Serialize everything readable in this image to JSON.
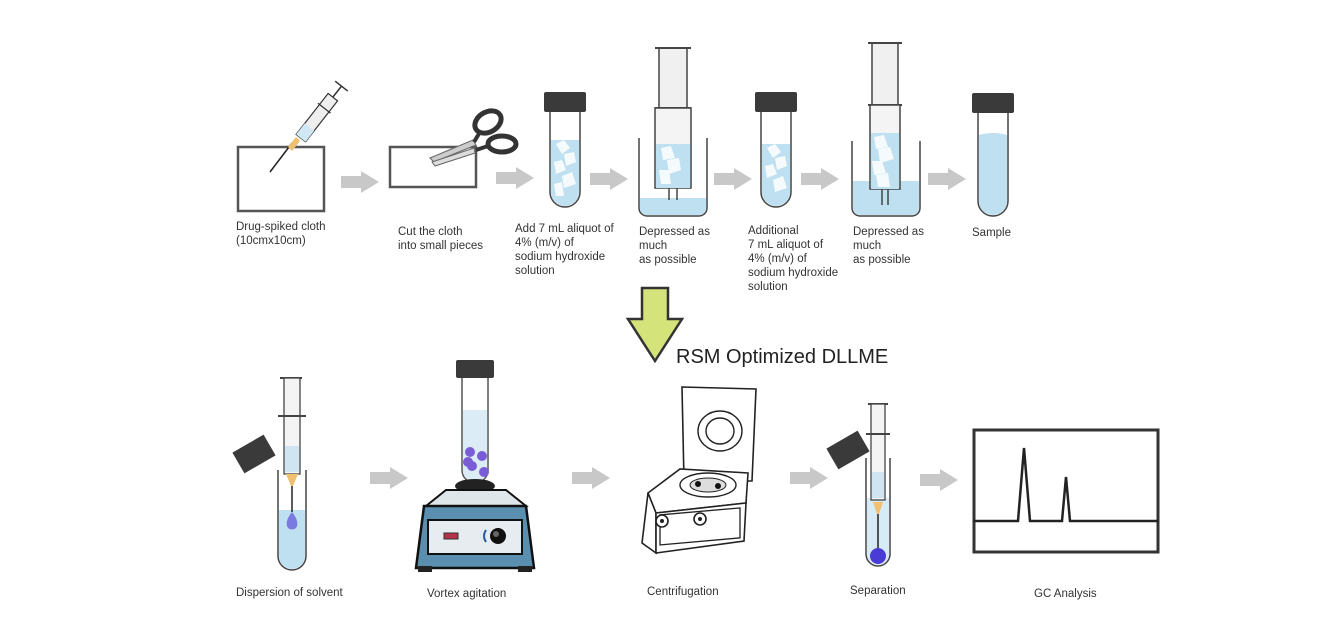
{
  "diagram": {
    "title": "RSM Optimized DLLME",
    "top_row": [
      {
        "icon": "syringe-on-cloth",
        "label": "Drug-spiked cloth\n (10cmx10cm)"
      },
      {
        "icon": "scissors-on-cloth",
        "label": "Cut the cloth\ninto small pieces"
      },
      {
        "icon": "test-tube-with-cloth",
        "label": "Add 7 mL aliquot of\n4% (m/v) of\nsodium hydroxide\nsolution"
      },
      {
        "icon": "syringe-press-in-beaker",
        "label": "Depressed as\nmuch\nas possible"
      },
      {
        "icon": "test-tube-with-cloth",
        "label": "Additional\n7 mL aliquot of\n4% (m/v) of\nsodium hydroxide\nsolution"
      },
      {
        "icon": "syringe-press-in-beaker",
        "label": "Depressed as\nmuch\nas possible"
      },
      {
        "icon": "test-tube-sample",
        "label": "Sample"
      }
    ],
    "bottom_row": [
      {
        "icon": "syringe-into-tube",
        "label": "Dispersion of solvent"
      },
      {
        "icon": "vortex-mixer",
        "label": "Vortex agitation"
      },
      {
        "icon": "centrifuge",
        "label": "Centrifugation"
      },
      {
        "icon": "syringe-into-tube-sediment",
        "label": "Separation"
      },
      {
        "icon": "chromatogram",
        "label": "GC Analysis"
      }
    ],
    "colors": {
      "arrow_gray": "#c8c8c8",
      "big_arrow_fill": "#d4e37a",
      "liquid": "#bfe0f0",
      "droplet": "#7a5cd6",
      "cap": "#3a3a3a",
      "device_blue": "#5a8fb0"
    }
  }
}
